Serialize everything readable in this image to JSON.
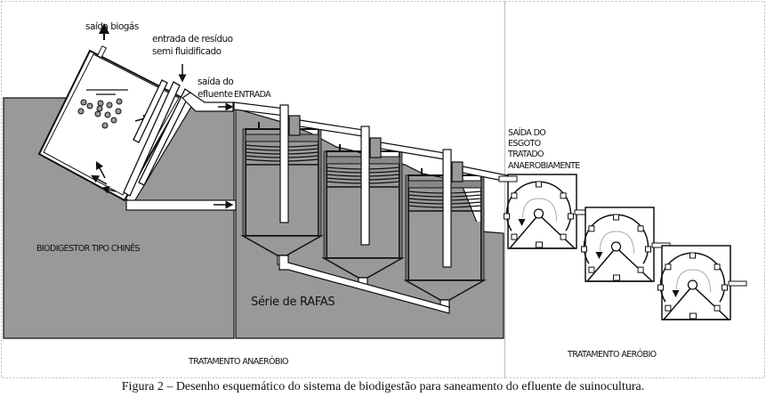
{
  "figure": {
    "caption": "Figura 2 – Desenho esquemático do sistema de biodigestão para saneamento do efluente de suinocultura.",
    "colors": {
      "ground": "#999999",
      "sludge": "#9a9a9a",
      "outline": "#111111",
      "panel_border": "#bbbbbb",
      "background": "#ffffff"
    }
  },
  "sections": {
    "anaerobic": {
      "title": "TRATAMENTO ANAERÓBIO",
      "digester_label": "BIODIGESTOR TIPO CHINÊS",
      "rafa_label": "Série de RAFAS",
      "rafa_count": 3
    },
    "aerobic": {
      "title": "TRATAMENTO AERÓBIO",
      "tank_count": 3
    }
  },
  "labels": {
    "biogas_out": "saída biogás",
    "residue_in_line1": "entrada de resíduo",
    "residue_in_line2": "semi fluidificado",
    "effluent_out_line1": "saída do",
    "effluent_out_line2": "efluente",
    "entry": "ENTRADA",
    "treated_out_line1": "SAÍDA DO",
    "treated_out_line2": "ESGOTO",
    "treated_out_line3": "TRATADO",
    "treated_out_line4": "ANAEROBIAMENTE"
  }
}
